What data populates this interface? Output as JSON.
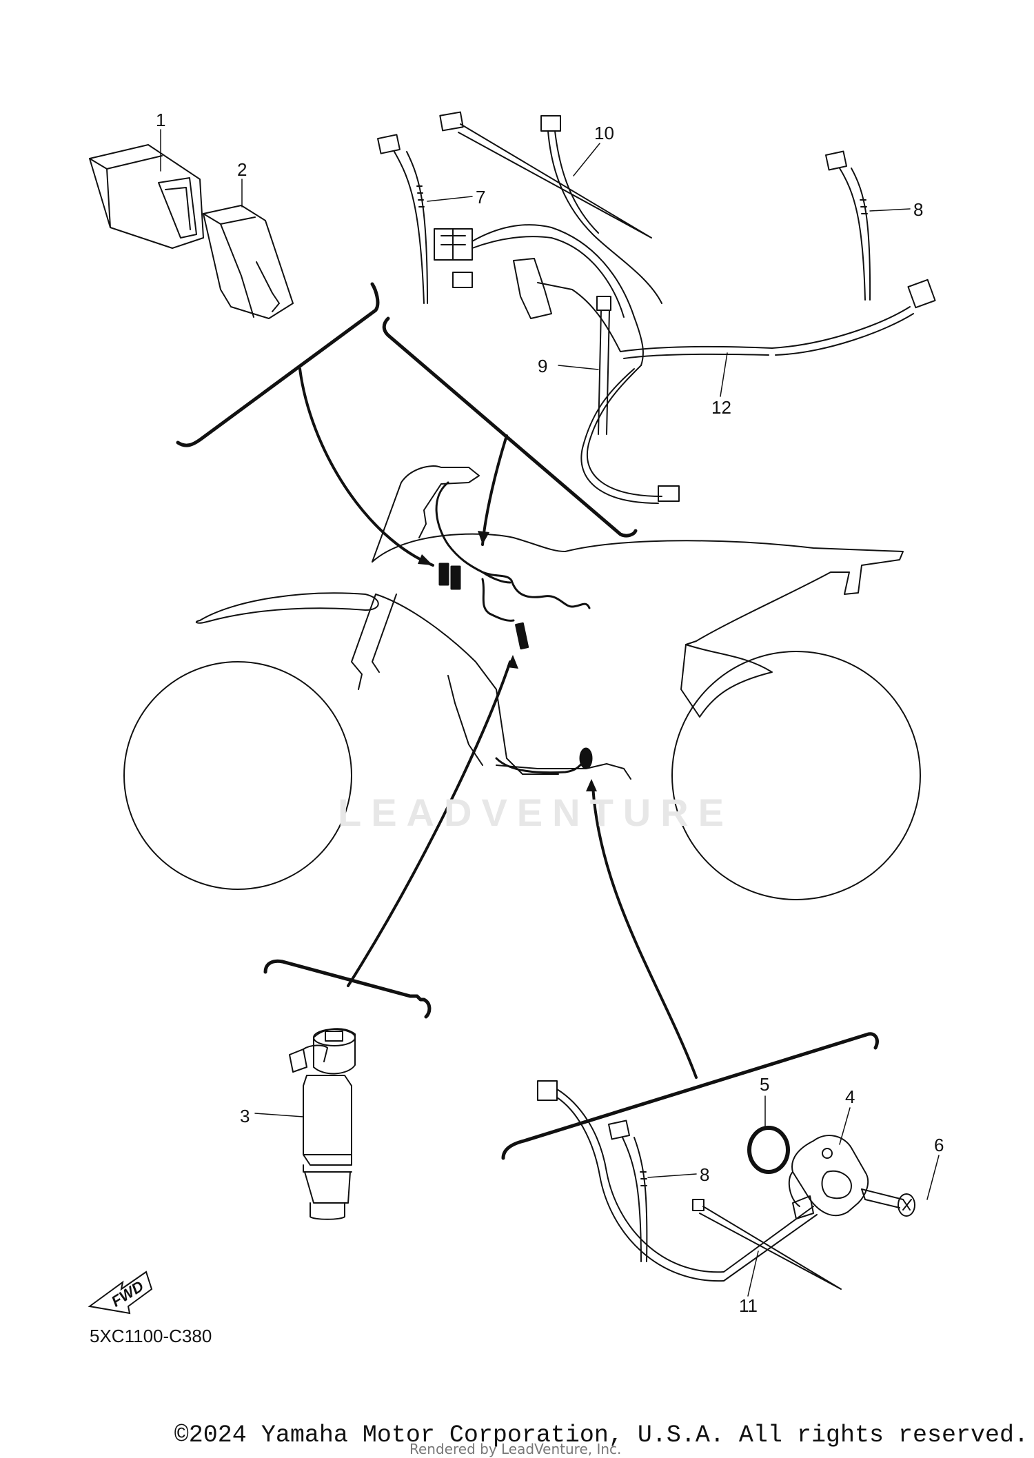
{
  "diagram": {
    "callouts": {
      "c1": "1",
      "c2": "2",
      "c3": "3",
      "c4": "4",
      "c5": "5",
      "c6": "6",
      "c7": "7",
      "c8a": "8",
      "c8b": "8",
      "c9": "9",
      "c10": "10",
      "c11": "11",
      "c12": "12"
    },
    "fwd_label": "FWD",
    "diagram_code": "5XC1100-C380",
    "watermark": "LEADVENTURE"
  },
  "footer": {
    "copyright": "©2024 Yamaha Motor Corporation, U.S.A. All rights reserved.",
    "rendered_by": "Rendered by LeadVenture, Inc."
  }
}
